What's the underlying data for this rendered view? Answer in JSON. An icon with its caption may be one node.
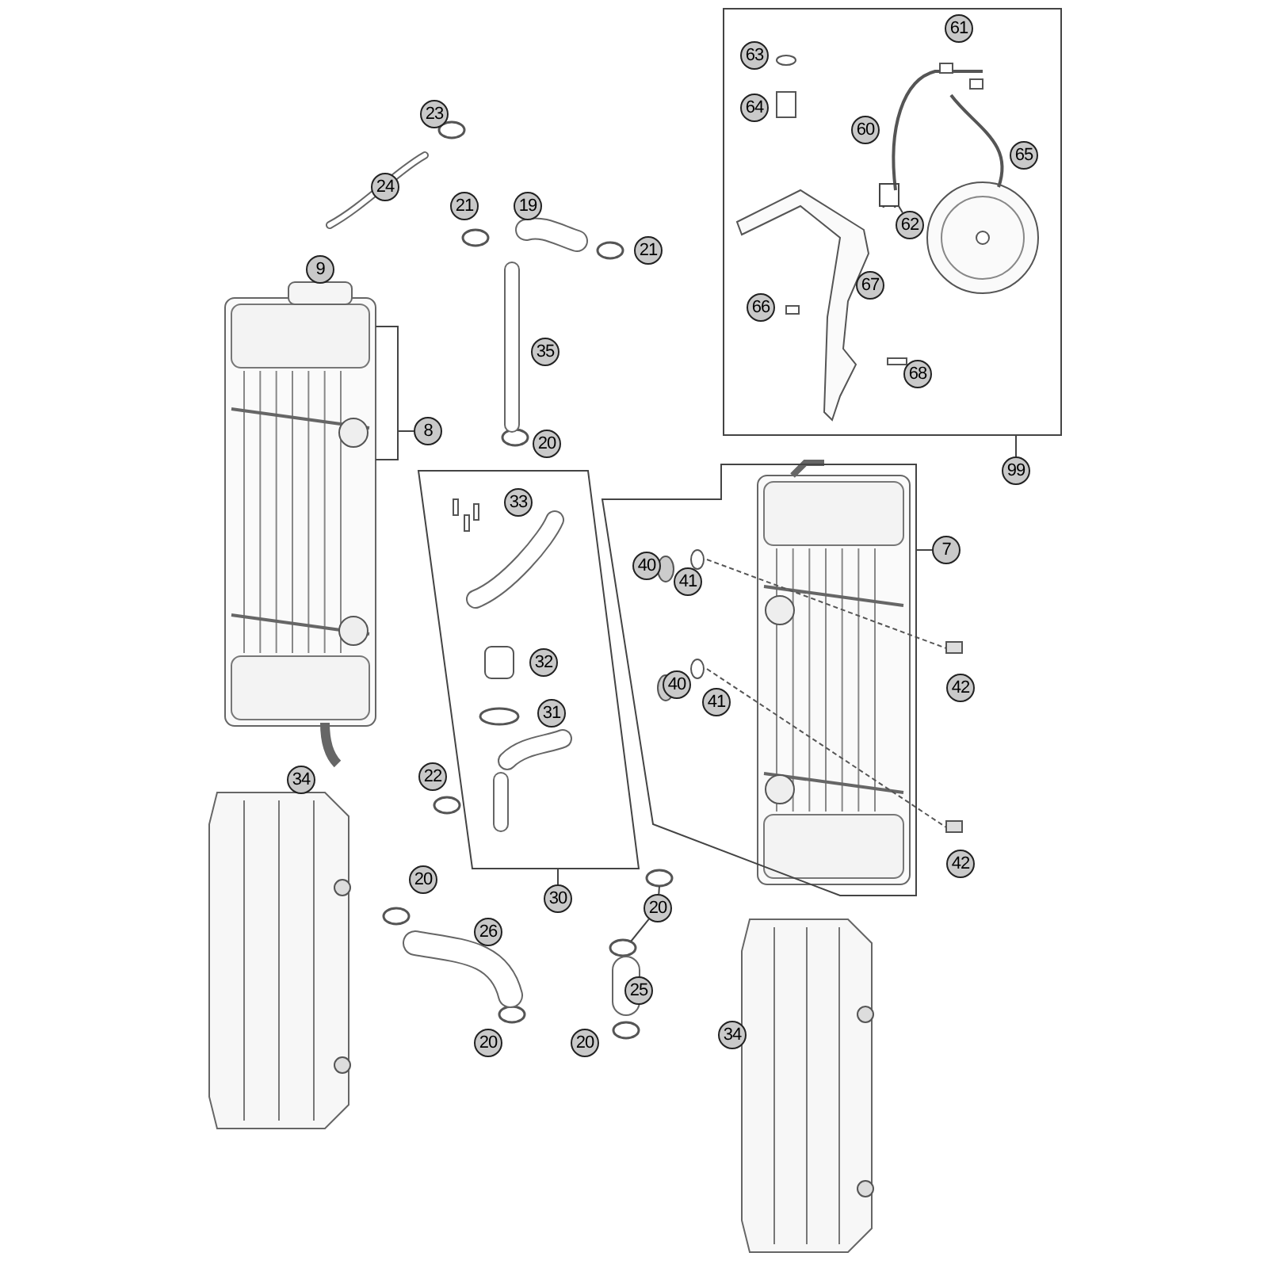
{
  "diagram": {
    "nodes": [
      {
        "text": [],
        "shape": "box"
      },
      {
        "text": [
          "61"
        ],
        "in": 0
      },
      {
        "text": [
          "63"
        ],
        "in": 0
      },
      {
        "text": [
          "64"
        ],
        "in": 0
      },
      {
        "text": [
          "60"
        ],
        "in": 0
      },
      {
        "text": [
          "65"
        ],
        "in": 0
      },
      {
        "text": [
          "62"
        ],
        "in": 0
      },
      {
        "text": [
          "67"
        ],
        "in": 0
      },
      {
        "text": [
          "66"
        ],
        "in": 0
      },
      {
        "text": [
          "68"
        ],
        "in": 0
      },
      {
        "text": [
          "99"
        ]
      },
      {
        "text": [
          "23"
        ]
      },
      {
        "text": [
          "24"
        ]
      },
      {
        "text": [
          "21"
        ]
      },
      {
        "text": [
          "19"
        ]
      },
      {
        "text": [
          "21"
        ]
      },
      {
        "text": [
          "9"
        ]
      },
      {
        "text": [
          "35"
        ]
      },
      {
        "text": [
          "20"
        ]
      },
      {
        "text": [],
        "shape": "bracket"
      },
      {
        "text": [
          "8"
        ]
      },
      {
        "text": [],
        "shape": "box"
      },
      {
        "text": [
          "33"
        ],
        "in": 21
      },
      {
        "text": [
          "32"
        ],
        "in": 21
      },
      {
        "text": [
          "31"
        ],
        "in": 21
      },
      {
        "text": [
          "30"
        ]
      },
      {
        "text": [],
        "shape": "box"
      },
      {
        "text": [
          "40"
        ],
        "in": 26
      },
      {
        "text": [
          "41"
        ],
        "in": 26
      },
      {
        "text": [
          "40"
        ],
        "in": 26
      },
      {
        "text": [
          "41"
        ],
        "in": 26
      },
      {
        "text": [
          "7"
        ]
      },
      {
        "text": [
          "42"
        ]
      },
      {
        "text": [
          "42"
        ]
      },
      {
        "text": [
          "22"
        ]
      },
      {
        "text": [
          "34"
        ]
      },
      {
        "text": [
          "20"
        ]
      },
      {
        "text": [
          "20"
        ]
      },
      {
        "text": [
          "26"
        ]
      },
      {
        "text": [
          "25"
        ]
      },
      {
        "text": [
          "34"
        ]
      },
      {
        "text": [
          "20"
        ]
      },
      {
        "text": [
          "20"
        ]
      },
      {
        "text": [],
        "shape": "picture",
        "in": 0
      }
    ],
    "edges": [
      {
        "from": 10,
        "to": 0,
        "arrow": "none"
      },
      {
        "from": 20,
        "to": 19,
        "arrow": "none"
      },
      {
        "from": 25,
        "to": 21,
        "arrow": "none"
      },
      {
        "from": 31,
        "to": 26,
        "arrow": "none"
      },
      {
        "from": 6,
        "to": 43,
        "arrow": "none"
      },
      {
        "from": 37,
        "to": null,
        "arrow": "none"
      },
      {
        "from": 37,
        "to": null,
        "arrow": "none"
      }
    ]
  }
}
